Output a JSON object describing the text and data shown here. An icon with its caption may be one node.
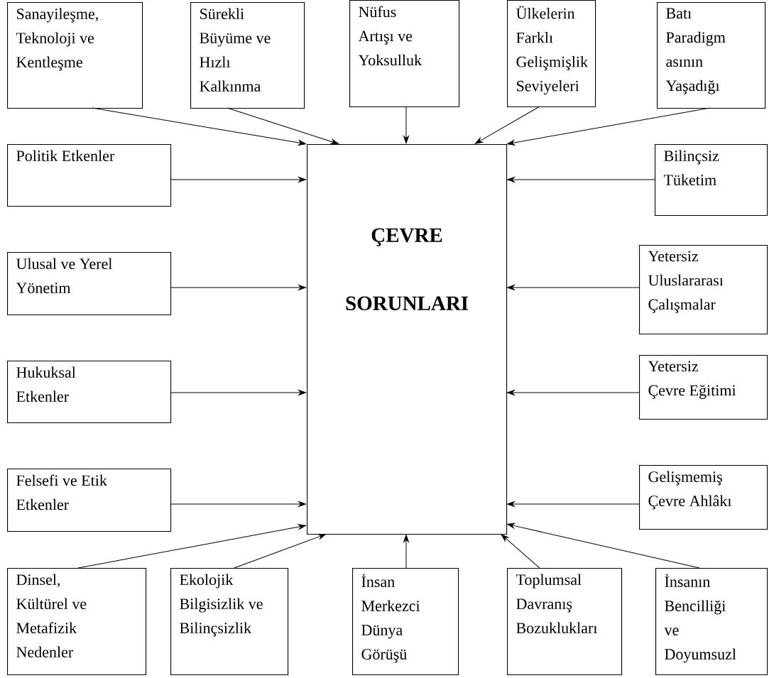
{
  "diagram": {
    "nodes": [
      {
        "text": [
          "Sanayileşme, Teknoloji ve Kentleşme"
        ]
      },
      {
        "text": [
          "Sürekli Büyüme ve Hızlı Kalkınma"
        ]
      },
      {
        "text": [
          "Nüfus Artışı ve Yoksulluk"
        ]
      },
      {
        "text": [
          "Ülkelerin Farklı Gelişmişlik Seviyeleri"
        ]
      },
      {
        "text": [
          "Batı Paradigm asının Yaşadığı"
        ]
      },
      {
        "text": [
          "Politik Etkenler"
        ]
      },
      {
        "text": [
          "ÇEVRE SORUNLARI"
        ]
      },
      {
        "text": [
          "Bilinçsiz Tüketim"
        ]
      },
      {
        "text": [
          "Ulusal ve Yerel Yönetim"
        ]
      },
      {
        "text": [
          "Yetersiz Uluslararası Çalışmalar"
        ]
      },
      {
        "text": [
          "Hukuksal Etkenler"
        ]
      },
      {
        "text": [
          "Yetersiz Çevre Eğitimi"
        ]
      },
      {
        "text": [
          "Felsefi ve Etik Etkenler"
        ]
      },
      {
        "text": [
          "Gelişmemiş Çevre Ahlâkı"
        ]
      },
      {
        "text": [
          "Dinsel, Kültürel ve Metafizik Nedenler"
        ]
      },
      {
        "text": [
          "Ekolojik Bilgisizlik ve Bilinçsizlik"
        ]
      },
      {
        "text": [
          "İnsan Merkezci Dünya Görüşü"
        ]
      },
      {
        "text": [
          "Toplumsal Davranış Bozuklukları"
        ]
      },
      {
        "text": [
          "İnsanın Bencilliği ve Doyumsuzl"
        ]
      }
    ],
    "edges": [
      {
        "from": 0,
        "to": 6,
        "arrow": "to"
      },
      {
        "from": 1,
        "to": 6,
        "arrow": "to"
      },
      {
        "from": 2,
        "to": 6,
        "arrow": "to"
      },
      {
        "from": 3,
        "to": 6,
        "arrow": "to"
      },
      {
        "from": 4,
        "to": 6,
        "arrow": "to"
      },
      {
        "from": 5,
        "to": 6,
        "arrow": "to"
      },
      {
        "from": 7,
        "to": 6,
        "arrow": "to"
      },
      {
        "from": 8,
        "to": 6,
        "arrow": "to"
      },
      {
        "from": 9,
        "to": 6,
        "arrow": "to"
      },
      {
        "from": 10,
        "to": 6,
        "arrow": "to"
      },
      {
        "from": 11,
        "to": 6,
        "arrow": "to"
      },
      {
        "from": 12,
        "to": 6,
        "arrow": "to"
      },
      {
        "from": 13,
        "to": 6,
        "arrow": "to"
      },
      {
        "from": 14,
        "to": 6,
        "arrow": "to"
      },
      {
        "from": 15,
        "to": 6,
        "arrow": "to"
      },
      {
        "from": 16,
        "to": 6,
        "arrow": "to"
      },
      {
        "from": 17,
        "to": 6,
        "arrow": "to"
      },
      {
        "from": 18,
        "to": 6,
        "arrow": "to"
      }
    ]
  }
}
